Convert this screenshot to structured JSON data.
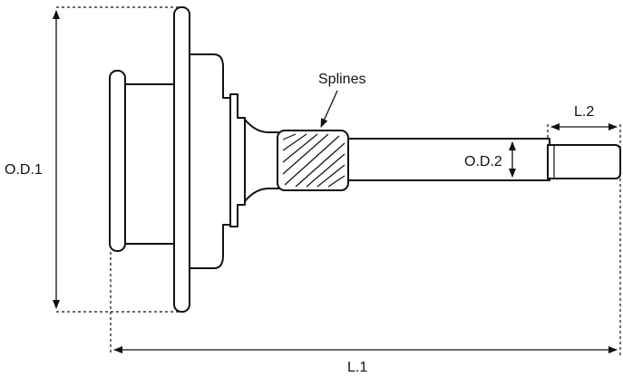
{
  "labels": {
    "od1": "O.D.1",
    "od2": "O.D.2",
    "l1": "L.1",
    "l2": "L.2",
    "splines": "Splines"
  }
}
